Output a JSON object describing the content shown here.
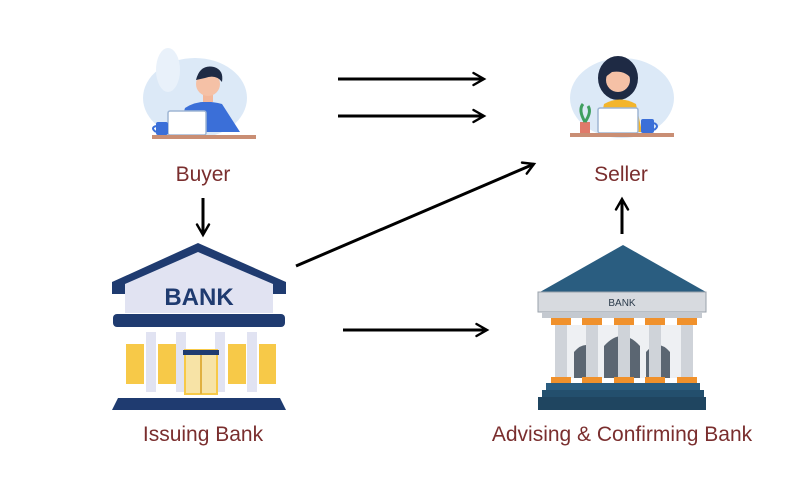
{
  "nodes": {
    "buyer": {
      "label": "Buyer"
    },
    "seller": {
      "label": "Seller"
    },
    "issuing_bank": {
      "label": "Issuing Bank",
      "sign": "BANK"
    },
    "advising_bank": {
      "label": "Advising & Confirming Bank",
      "sign": "BANK"
    }
  },
  "edges": [
    {
      "from": "buyer",
      "to": "seller"
    },
    {
      "from": "buyer",
      "to": "seller"
    },
    {
      "from": "buyer",
      "to": "issuing_bank"
    },
    {
      "from": "issuing_bank",
      "to": "seller"
    },
    {
      "from": "issuing_bank",
      "to": "advising_bank"
    },
    {
      "from": "advising_bank",
      "to": "seller"
    }
  ],
  "colors": {
    "label_text": "#7a2e2e",
    "arrow": "#000000",
    "bank_roof_navy": "#1f3b70",
    "bank_gold": "#f7c948",
    "bank_teal": "#2a5d80",
    "bank_orange": "#f0912c",
    "person_shirt_blue": "#3b6fd8",
    "person_shirt_yellow": "#f3b52c"
  }
}
